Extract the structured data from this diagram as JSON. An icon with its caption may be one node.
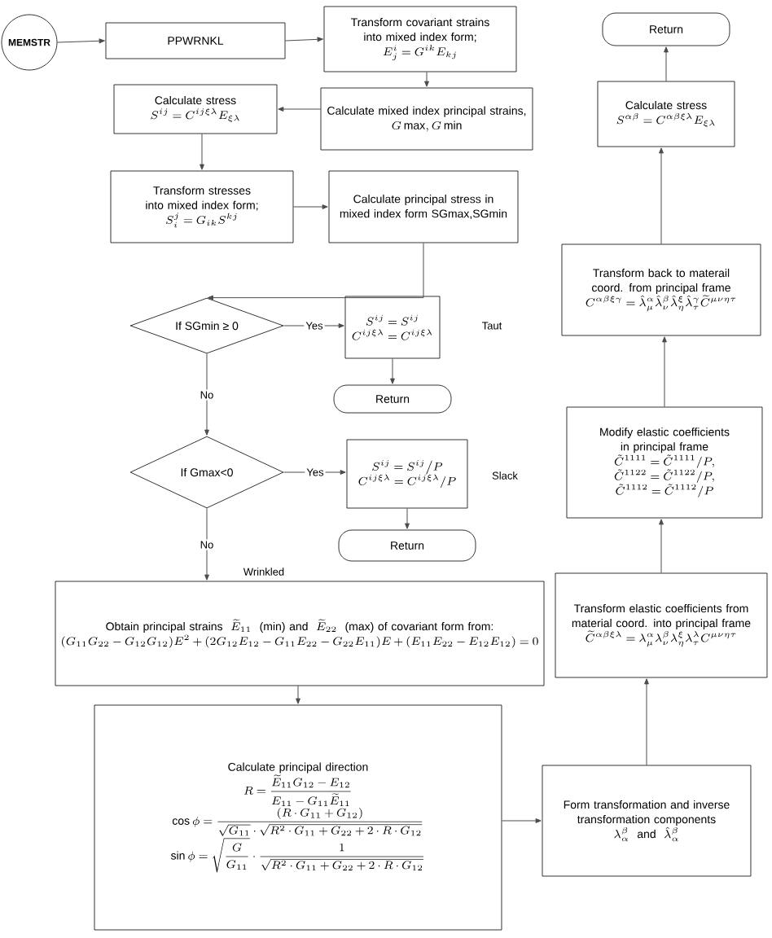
{
  "diagram": {
    "nodes": [
      {
        "text": [
          "MEMSTR"
        ]
      },
      {
        "text": [
          "PPWRNKL"
        ]
      },
      {
        "text": [
          "Transform covariant strains into mixed index form;",
          "E^{i}_{j} = G^{ik} E_{kj}"
        ]
      },
      {
        "text": [
          "Calculate mixed index principal strains,",
          "G\\,\\mathrm{max}, G\\,\\mathrm{min}"
        ]
      },
      {
        "text": [
          "Calculate stress",
          "S^{ij} = C^{ij\\xi\\lambda} E_{\\xi\\lambda}"
        ]
      },
      {
        "text": [
          "Transform stresses into mixed index form;",
          "S^{j}_{i} = G_{ik} S^{kj}"
        ]
      },
      {
        "text": [
          "Calculate principal stress in mixed index form SGmax,SGmin"
        ]
      },
      {
        "text": [
          "If SGmin ≥ 0"
        ]
      },
      {
        "text": [
          "S^{ij} = S^{ij}",
          "C^{ij\\xi\\lambda} = C^{ij\\xi\\lambda}"
        ]
      },
      {
        "text": [
          "Return"
        ]
      },
      {
        "text": [
          "If Gmax<0"
        ]
      },
      {
        "text": [
          "S^{ij} = S^{ij}\\big/P",
          "C^{ij\\xi\\lambda} = C^{ij\\xi\\lambda}/P"
        ]
      },
      {
        "text": [
          "Return"
        ]
      },
      {
        "text": [
          "Obtain principal strains",
          "\\widetilde{E}_{11}",
          "(min) and",
          "\\widetilde{E}_{22}",
          "(max) of covariant form from:",
          "(G_{11}G_{22}-G_{12}G_{12})E^{2}+(2G_{12}E_{12}-G_{11}E_{22}-G_{22}E_{11})E+(E_{11}E_{22}-E_{12}E_{12})=0"
        ]
      },
      {
        "text": [
          "Calculate principal direction",
          "R=\\frac{\\widetilde{E}_{11}G_{12}-E_{12}}{E_{11}-G_{11}\\widetilde{E}_{11}}",
          "\\cos\\phi=\\frac{(R\\cdot G_{11}+G_{12})}{\\sqrt{G_{11}}\\cdot\\sqrt{R^{2}\\cdot G_{11}+G_{22}+2\\cdot R\\cdot G_{12}}}",
          "\\sin\\phi=\\sqrt{\\frac{G}{G_{11}}}\\cdot\\frac{1}{\\sqrt{R^{2}\\cdot G_{11}+G_{22}+2\\cdot R\\cdot G_{12}}}"
        ]
      },
      {
        "text": [
          "Form transformation and inverse transformation components",
          "\\lambda^{\\beta}_{\\alpha}",
          "and",
          "\\hat{\\lambda}^{\\beta}_{\\alpha}"
        ]
      },
      {
        "text": [
          "Transform elastic coefficients from material coord. into principal frame",
          "\\widetilde{C}^{\\alpha\\beta\\xi\\lambda} = \\lambda^{\\alpha}_{\\mu}\\lambda^{\\beta}_{\\nu}\\lambda^{\\xi}_{\\eta}\\lambda^{\\lambda}_{\\tau}C^{\\mu\\nu\\eta\\tau}"
        ]
      },
      {
        "text": [
          "Modify elastic coefficients in principal frame",
          "\\tilde{C}^{1111} = \\tilde{C}^{1111}/P,",
          "\\tilde{C}^{1122} = \\tilde{C}^{1122}/P,",
          "\\tilde{C}^{1112} = \\tilde{C}^{1112}/P"
        ]
      },
      {
        "text": [
          "Transform back to materail coord. from principal frame",
          "C^{\\alpha\\beta\\xi\\gamma} = \\hat{\\lambda}^{\\alpha}_{\\mu}\\hat{\\lambda}^{\\beta}_{\\nu}\\hat{\\lambda}^{\\xi}_{\\eta}\\hat{\\lambda}^{\\gamma}_{\\tau}\\widetilde{C}^{\\mu\\nu\\eta\\tau}"
        ]
      },
      {
        "text": [
          "Calculate stress",
          "S^{\\alpha\\beta} = C^{\\alpha\\beta\\xi\\lambda} E_{\\xi\\lambda}"
        ]
      },
      {
        "text": [
          "Return"
        ]
      }
    ],
    "edges": [
      {
        "from": 0,
        "to": 1,
        "arrow": "to"
      },
      {
        "from": 1,
        "to": 2,
        "arrow": "to"
      },
      {
        "from": 2,
        "to": 3,
        "arrow": "to"
      },
      {
        "from": 3,
        "to": 4,
        "arrow": "to"
      },
      {
        "from": 4,
        "to": 5,
        "arrow": "to"
      },
      {
        "from": 5,
        "to": 6,
        "arrow": "to"
      },
      {
        "from": 6,
        "to": 7,
        "arrow": "to"
      },
      {
        "from": 7,
        "to": 8,
        "arrow": "to",
        "label": "Yes"
      },
      {
        "from": 7,
        "to": 10,
        "arrow": "to",
        "label": "No"
      },
      {
        "from": 8,
        "to": 9,
        "arrow": "to"
      },
      {
        "from": 10,
        "to": 11,
        "arrow": "to",
        "label": "Yes"
      },
      {
        "from": 11,
        "to": 12,
        "arrow": "to"
      },
      {
        "from": 10,
        "to": 13,
        "arrow": "to",
        "label": "No"
      },
      {
        "from": 13,
        "to": 14,
        "arrow": "to"
      },
      {
        "from": 14,
        "to": 15,
        "arrow": "to"
      },
      {
        "from": 15,
        "to": 16,
        "arrow": "to"
      },
      {
        "from": 16,
        "to": 17,
        "arrow": "to"
      },
      {
        "from": 17,
        "to": 18,
        "arrow": "to"
      },
      {
        "from": 18,
        "to": 19,
        "arrow": "to"
      },
      {
        "from": 19,
        "to": 20,
        "arrow": "to"
      }
    ],
    "labels": [
      "Taut",
      "Slack",
      "Wrinkled"
    ]
  }
}
